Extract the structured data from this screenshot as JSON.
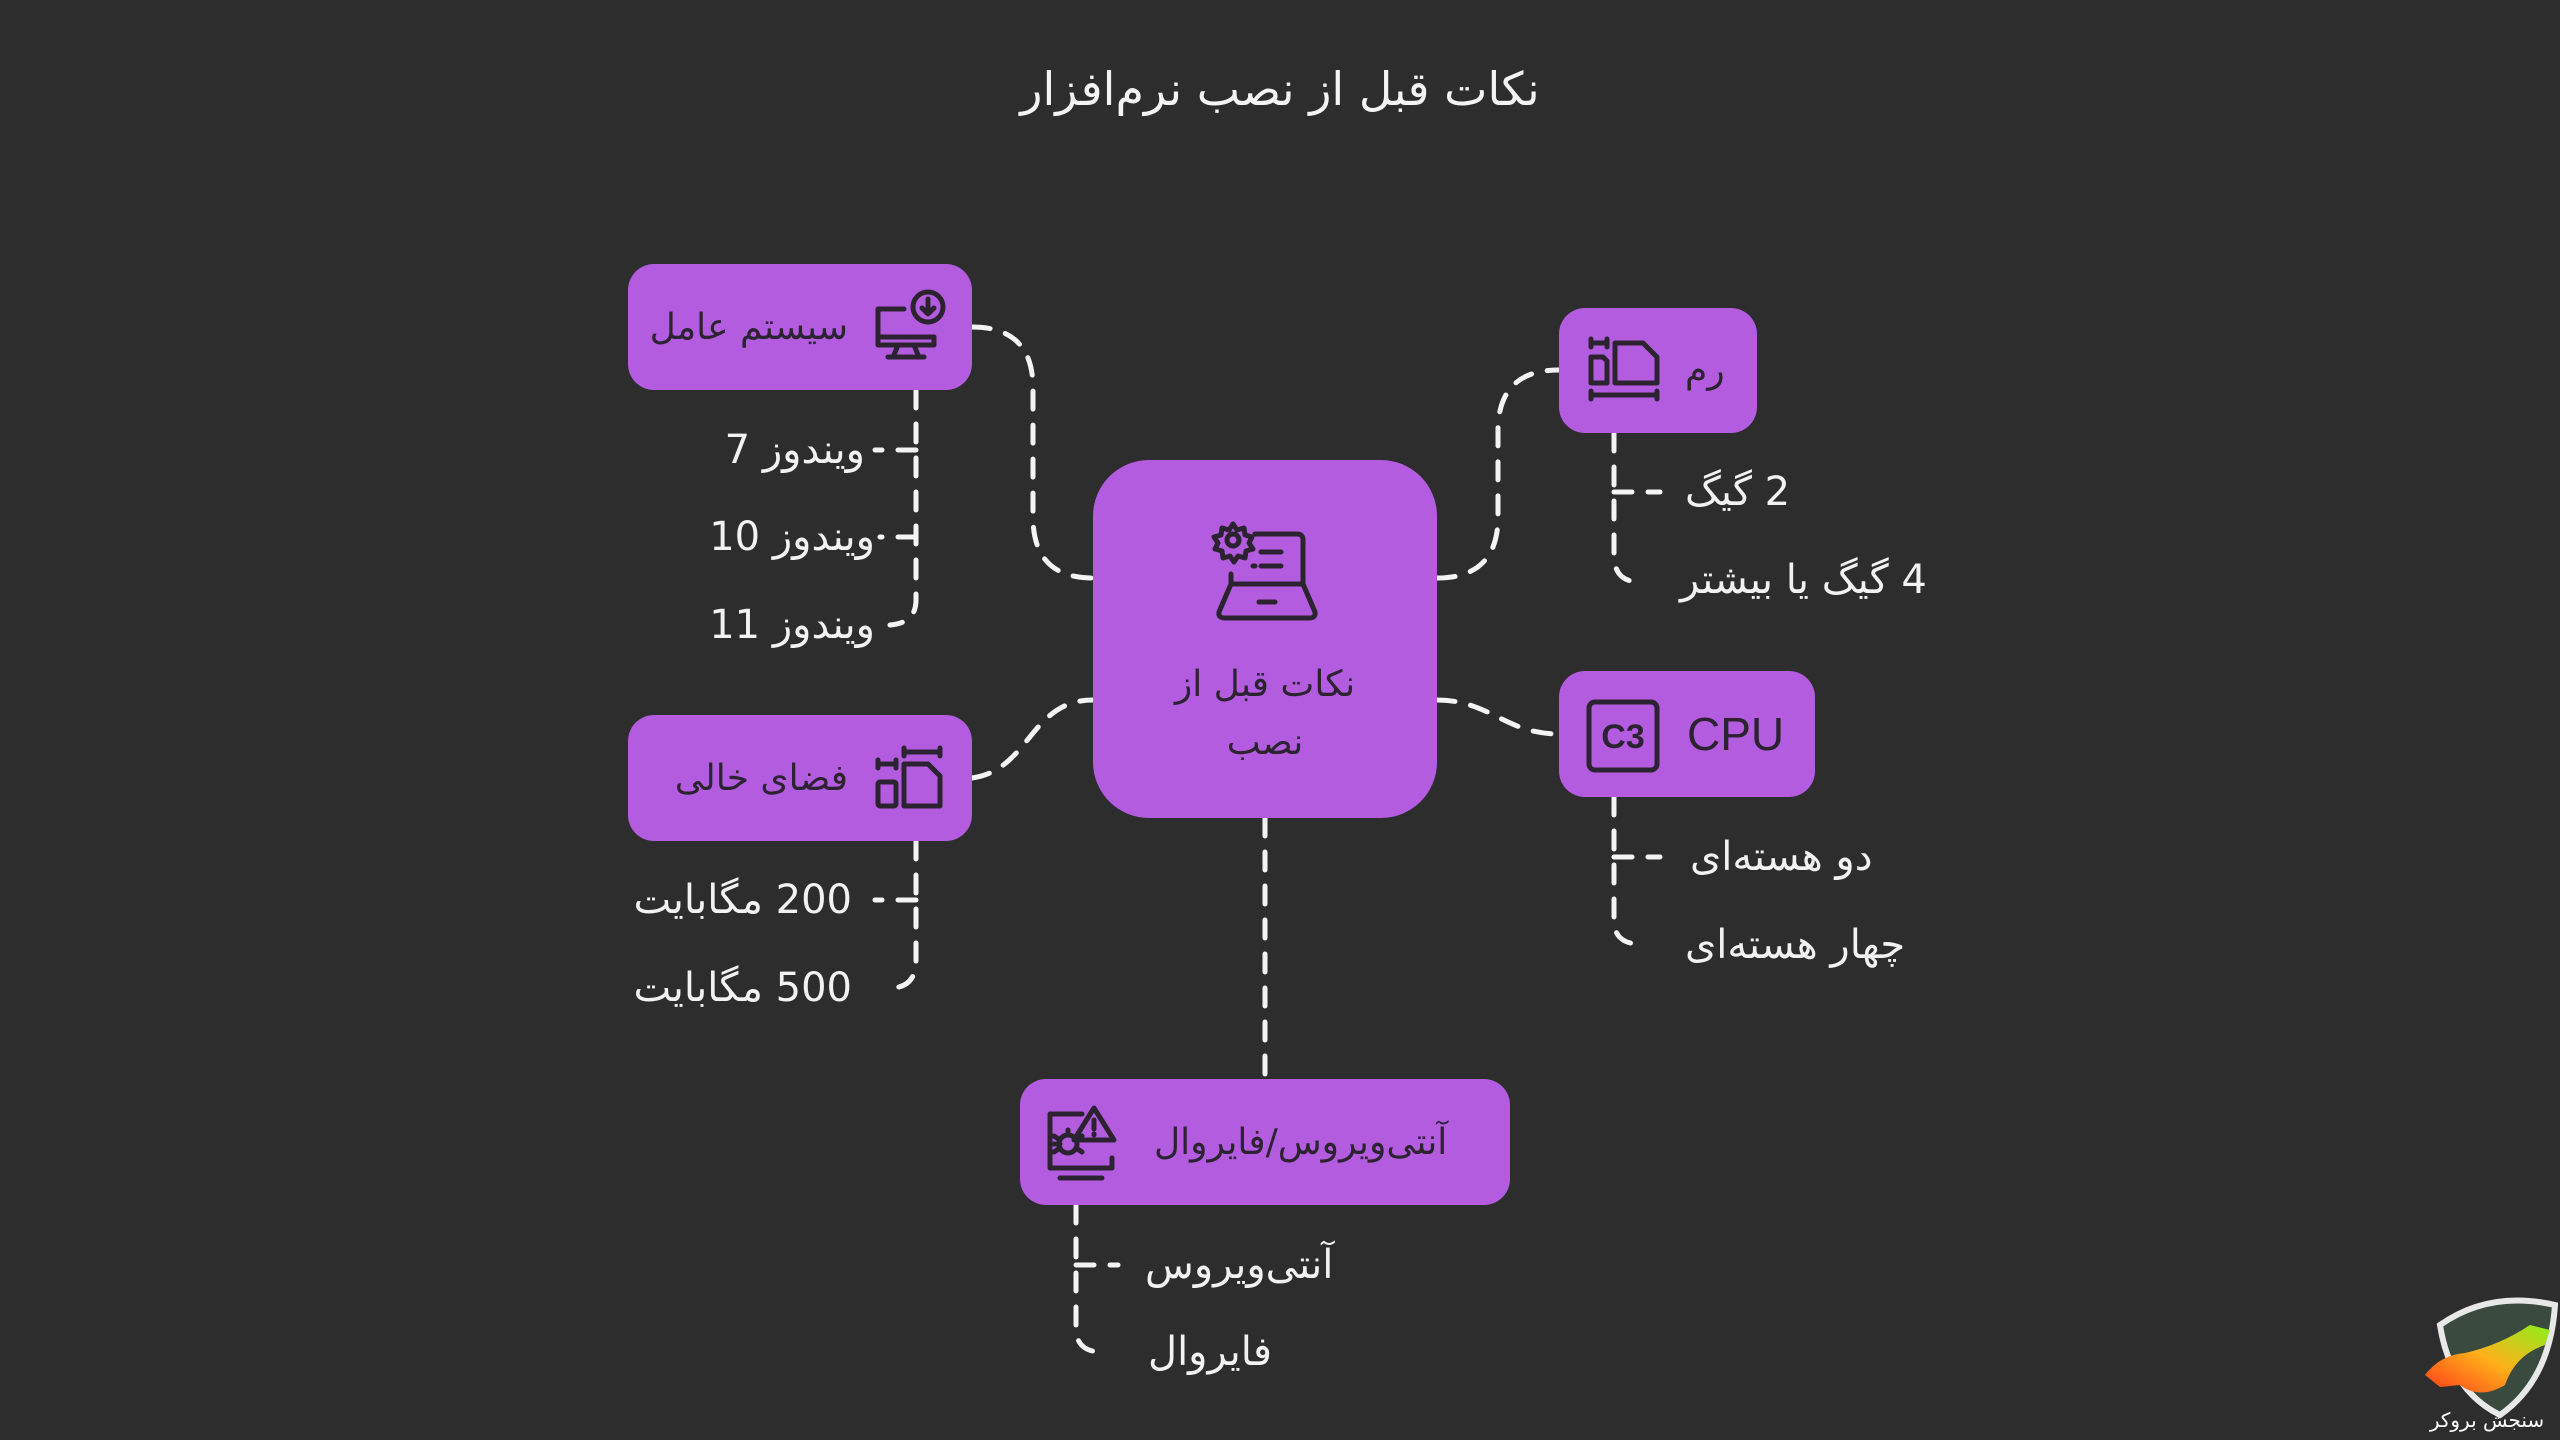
{
  "title": "نکات قبل از نصب نرم‌افزار",
  "colors": {
    "background": "#2d2d2d",
    "node_fill": "#b45ce0",
    "node_text": "#2b2330",
    "connector": "#f4f4f4",
    "sub_text": "#f2f2f2"
  },
  "center": {
    "label": "نکات قبل از نصب",
    "icon": "laptop-settings-icon"
  },
  "nodes": [
    {
      "id": "os",
      "label": "سیستم عامل",
      "icon": "monitor-download-icon",
      "items": [
        "ویندوز 7",
        "ویندوز 10",
        "ویندوز 11"
      ]
    },
    {
      "id": "disk",
      "label": "فضای خالی",
      "icon": "storage-size-icon",
      "items": [
        "200 مگابایت",
        "500 مگابایت"
      ]
    },
    {
      "id": "ram",
      "label": "رم",
      "icon": "memory-size-icon",
      "items": [
        "2 گیگ",
        "4 گیگ یا بیشتر"
      ]
    },
    {
      "id": "cpu",
      "label": "CPU",
      "icon": "cpu-chip-icon",
      "icon_text": "C3",
      "items": [
        "دو هسته‌ای",
        "چهار هسته‌ای"
      ]
    },
    {
      "id": "security",
      "label": "آنتی‌ویروس/فایروال",
      "icon": "monitor-bug-warning-icon",
      "items": [
        "آنتی‌ویروس",
        "فایروال"
      ]
    }
  ],
  "watermark": {
    "text": "سنجش بروکر",
    "icon": "bull-shield-logo-icon"
  }
}
